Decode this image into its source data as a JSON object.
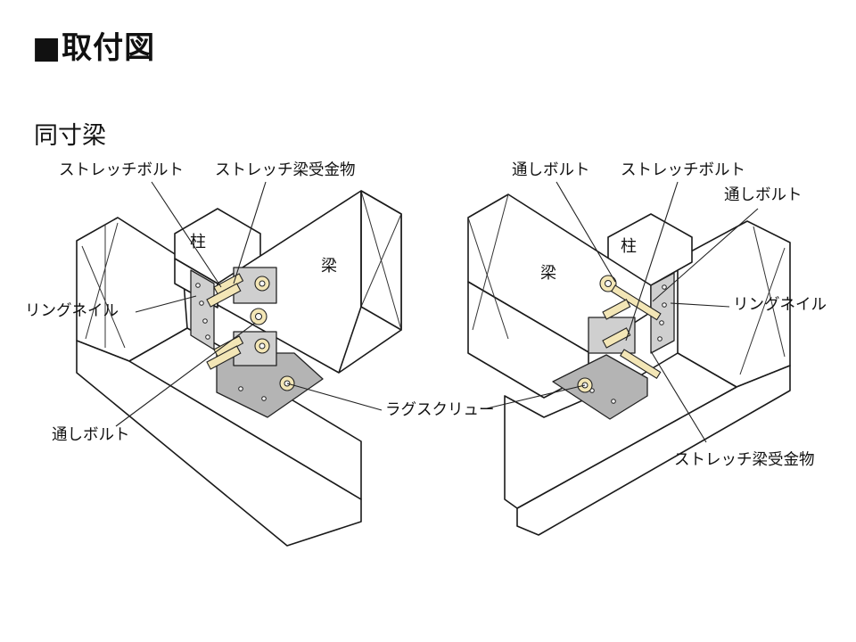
{
  "title": "■取付図",
  "subtitle": "同寸梁",
  "left": {
    "column": "柱",
    "beam": "梁",
    "callouts": {
      "stretch_bolt": "ストレッチボルト",
      "stretch_hanger": "ストレッチ梁受金物",
      "ring_nail": "リングネイル",
      "through_bolt": "通しボルト",
      "lag_screw": "ラグスクリュー"
    }
  },
  "right": {
    "column": "柱",
    "beam": "梁",
    "callouts": {
      "through_bolt_top": "通しボルト",
      "stretch_bolt": "ストレッチボルト",
      "through_bolt_right": "通しボルト",
      "ring_nail": "リングネイル",
      "stretch_hanger": "ストレッチ梁受金物"
    }
  }
}
